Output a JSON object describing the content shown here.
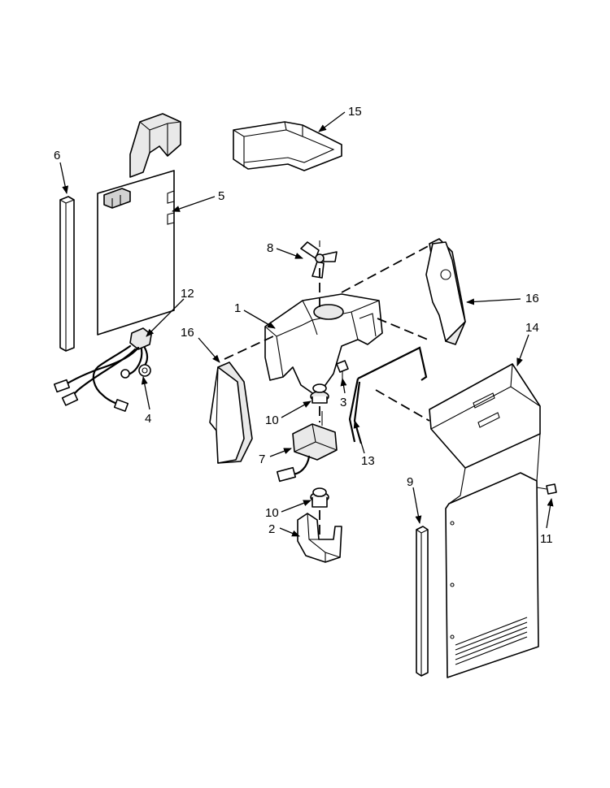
{
  "callouts": {
    "c1": "1",
    "c2": "2",
    "c3": "3",
    "c4": "4",
    "c5": "5",
    "c6": "6",
    "c7": "7",
    "c8": "8",
    "c9": "9",
    "c10a": "10",
    "c10b": "10",
    "c11": "11",
    "c12": "12",
    "c13": "13",
    "c14": "14",
    "c15": "15",
    "c16a": "16",
    "c16b": "16"
  },
  "colors": {
    "line": "#000000",
    "part_shading": "#e9e9e9",
    "background": "#ffffff"
  }
}
